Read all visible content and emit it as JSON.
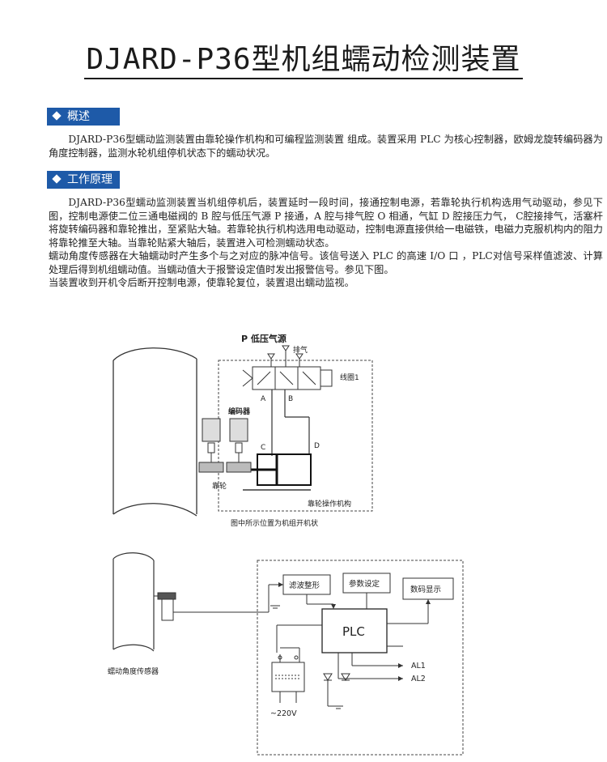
{
  "title": "DJARD-P36型机组蠕动检测装置",
  "sections": {
    "overview": {
      "heading": "概述",
      "text": "DJARD-P36型蠕动监测装置由靠轮操作机构和可编程监测装置 组成。装置采用 PLC 为核心控制器，欧姆龙旋转编码器为角度控制器，监测水轮机组停机状态下的蠕动状况。"
    },
    "principle": {
      "heading": "工作原理",
      "p1": "DJARD-P36型蠕动监测装置当机组停机后，装置延时一段时间，接通控制电源，若靠轮执行机构选用气动驱动，参见下图，控制电源使二位三通电磁阀的 B 腔与低压气源 P 接通，A 腔与排气腔 O 相通，气缸 D 腔接压力气， C腔接排气，活塞杆将旋转编码器和靠轮推出，至紧贴大轴。若靠轮执行机构选用电动驱动，控制电源直接供给一电磁铁，电磁力克服机构内的阻力将靠轮推至大轴。当靠轮贴紧大轴后，装置进入可检测蠕动状态。",
      "p2": "蠕动角度传感器在大轴蠕动时产生多个与之对应的脉冲信号。该信号送入 PLC 的高速 I/O 口 ，PLC对信号采样值滤波、计算处理后得到机组蠕动值。当蠕动值大于报警设定值时发出报警信号。参见下图。",
      "p3": "当装置收到开机令后断开控制电源，使靠轮复位，装置退出蠕动监视。"
    }
  },
  "diagram1": {
    "air_source": "P 低压气源",
    "exhaust": "排气",
    "coil": "线圈1",
    "port_a": "A",
    "port_b": "B",
    "port_c": "C",
    "port_d": "D",
    "encoder": "编码器",
    "roller": "靠轮",
    "mechanism": "靠轮操作机构",
    "caption": "图中所示位置为机组开机状"
  },
  "diagram2": {
    "filter": "滤波整形",
    "params": "参数设定",
    "display": "数码显示",
    "plc": "PLC",
    "al1": "AL1",
    "al2": "AL2",
    "voltage": "~220V",
    "sensor": "蠕动角度传感器"
  }
}
